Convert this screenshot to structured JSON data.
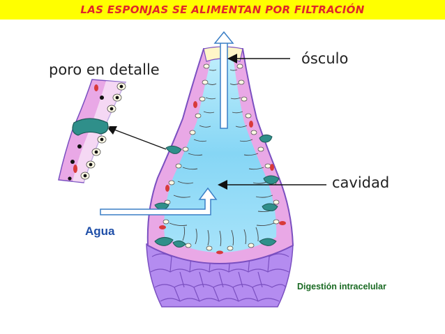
{
  "title": "LAS ESPONJAS SE ALIMENTAN POR FILTRACIÓN",
  "labels": {
    "osculo": "ósculo",
    "poro": "poro en detalle",
    "cavidad": "cavidad",
    "agua": "Agua",
    "digestion": "Digestión intracelular"
  },
  "colors": {
    "title_bg": "#ffff00",
    "title_text": "#e0262a",
    "cavity": "#8fd8f5",
    "wall": "#e9a8e6",
    "base": "#b48cf0",
    "pore": "#2f8f8a",
    "agua_text": "#1f4fa8",
    "digestion_text": "#1a6a23"
  }
}
